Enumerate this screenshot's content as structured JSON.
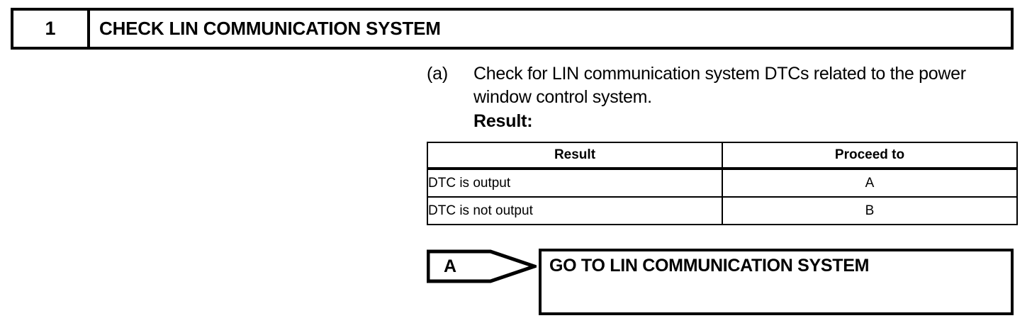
{
  "step": {
    "number": "1",
    "title": "CHECK LIN COMMUNICATION SYSTEM"
  },
  "procedure": {
    "marker": "(a)",
    "text": "Check for LIN communication system DTCs related to the power window control system.",
    "result_label": "Result:"
  },
  "result_table": {
    "columns": [
      "Result",
      "Proceed to"
    ],
    "rows": [
      [
        "DTC is output",
        "A"
      ],
      [
        "DTC is not output",
        "B"
      ]
    ]
  },
  "goto": {
    "tag": "A",
    "destination": "GO TO LIN COMMUNICATION SYSTEM"
  }
}
